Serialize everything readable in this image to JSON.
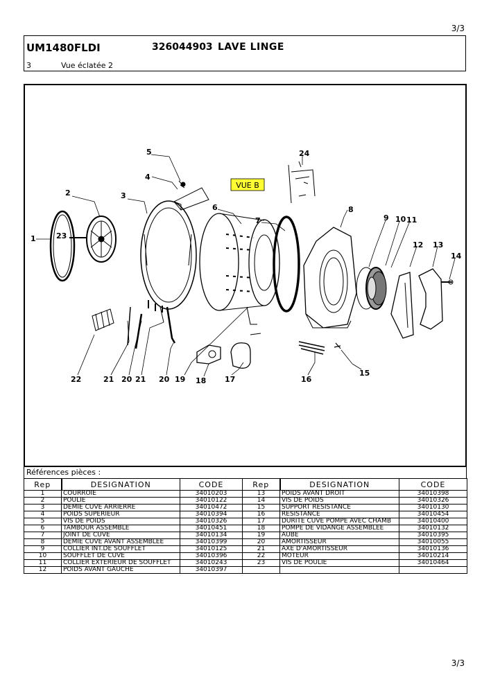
{
  "page_indicator_top": "3/3",
  "page_indicator_bottom": "3/3",
  "header": {
    "model": "UM1480FLDI",
    "code": "326044903",
    "product": "LAVE LINGE",
    "section_number": "3",
    "section_title": "Vue éclatée 2"
  },
  "diagram": {
    "view_label": "VUE B",
    "callouts": [
      "1",
      "2",
      "3",
      "4",
      "5",
      "6",
      "7",
      "8",
      "9",
      "10",
      "11",
      "12",
      "13",
      "14",
      "15",
      "16",
      "17",
      "18",
      "19",
      "20",
      "21",
      "22",
      "23",
      "24"
    ]
  },
  "parts_table": {
    "title": "Références pièces  :",
    "headers": [
      "Rep",
      "DESIGNATION",
      "CODE",
      "Rep",
      "DESIGNATION",
      "CODE"
    ],
    "rows": [
      [
        "1",
        "COURROIE",
        "34010203",
        "13",
        "POIDS AVANT DROIT",
        "34010398"
      ],
      [
        "2",
        "POULIE",
        "34010122",
        "14",
        "VIS DE POIDS",
        "34010326"
      ],
      [
        "3",
        "DEMIE CUVE ARRIERRE",
        "34010472",
        "15",
        "SUPPORT RESISTANCE",
        "34010130"
      ],
      [
        "4",
        "POIDS SUPERIEUR",
        "34010394",
        "16",
        "RESISTANCE",
        "34010454"
      ],
      [
        "5",
        "VIS DE POIDS",
        "34010326",
        "17",
        "DURITE CUVE POMPE AVEC CHAMB",
        "34010400"
      ],
      [
        "6",
        "TAMBOUR ASSEMBLE",
        "34010451",
        "18",
        "POMPE DE VIDANGE ASSEMBLEE",
        "34010132"
      ],
      [
        "7",
        "JOINT DE CUVE",
        "34010134",
        "19",
        "AUBE",
        "34010395"
      ],
      [
        "8",
        "DEMIE CUVE AVANT ASSEMBLEE",
        "34010399",
        "20",
        "AMORTISSEUR",
        "34010055"
      ],
      [
        "9",
        "COLLIER INT.DE SOUFFLET",
        "34010125",
        "21",
        "AXE D'AMORTISSEUR",
        "34010136"
      ],
      [
        "10",
        "SOUFFLET DE CUVE",
        "34010396",
        "22",
        "MOTEUR",
        "34010214"
      ],
      [
        "11",
        "COLLIER EXTERIEUR DE SOUFFLET",
        "34010243",
        "23",
        "VIS DE POULIE",
        "34010464"
      ],
      [
        "12",
        "POIDS AVANT GAUCHE",
        "34010397",
        "",
        "",
        ""
      ]
    ]
  }
}
